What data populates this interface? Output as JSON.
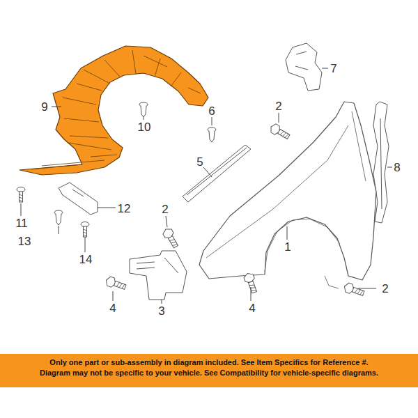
{
  "diagram": {
    "nodes": [
      {
        "text": [
          "Only one part or sub-assembly in diagram included. See Item Specifics for Reference #.",
          "Diagram may not be specific to your vehicle. See Compatibility for vehicle-specific diagrams."
        ]
      }
    ],
    "labels": [
      "9",
      "10",
      "7",
      "6",
      "2",
      "5",
      "8",
      "11",
      "12",
      "13",
      "14",
      "2",
      "1",
      "3",
      "4",
      "4",
      "2"
    ]
  }
}
